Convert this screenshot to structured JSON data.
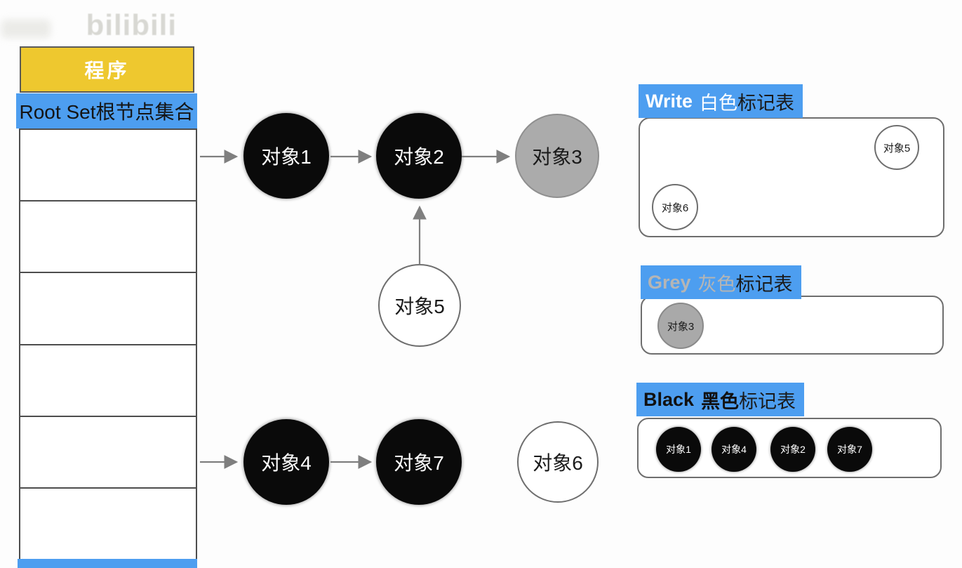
{
  "watermark": {
    "logo": "bilibili"
  },
  "program": {
    "header_label": "程序",
    "root_set_label": "Root Set根节点集合",
    "empty_slot_count": 6
  },
  "graph": {
    "nodes": [
      {
        "id": "obj1",
        "label": "对象1",
        "color": "black"
      },
      {
        "id": "obj2",
        "label": "对象2",
        "color": "black"
      },
      {
        "id": "obj3",
        "label": "对象3",
        "color": "grey"
      },
      {
        "id": "obj5",
        "label": "对象5",
        "color": "white"
      },
      {
        "id": "obj4",
        "label": "对象4",
        "color": "black"
      },
      {
        "id": "obj7",
        "label": "对象7",
        "color": "black"
      },
      {
        "id": "obj6",
        "label": "对象6",
        "color": "white"
      }
    ],
    "edges": [
      "RootSet→对象1",
      "对象1→对象2",
      "对象2→对象3",
      "对象5→对象2",
      "RootSet→对象4",
      "对象4→对象7"
    ]
  },
  "tables": {
    "white": {
      "title_en": "Write",
      "title_cn": "白色",
      "title_suffix": "标记表",
      "items": [
        "对象5",
        "对象6"
      ]
    },
    "grey": {
      "title_en": "Grey",
      "title_cn": "灰色",
      "title_suffix": "标记表",
      "items": [
        "对象3"
      ]
    },
    "black": {
      "title_en": "Black",
      "title_cn": "黑色",
      "title_suffix": "标记表",
      "items": [
        "对象1",
        "对象4",
        "对象2",
        "对象7"
      ]
    }
  },
  "colors": {
    "accent_blue": "#4d9ef0",
    "header_yellow": "#eec82f",
    "black_node": "#0a0a0a",
    "grey_node": "#ababab",
    "arrow_grey": "#7f7f7f"
  }
}
